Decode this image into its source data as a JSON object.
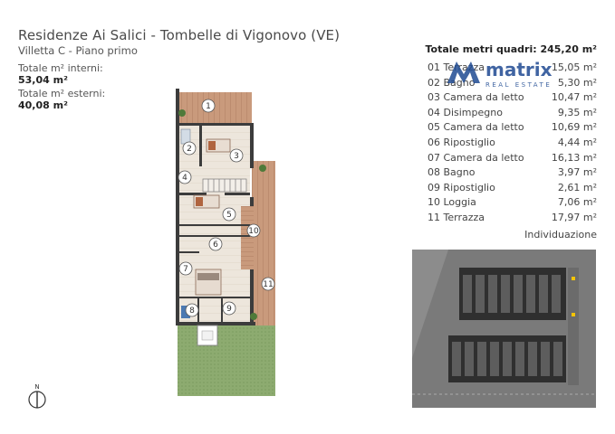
{
  "header": {
    "title": "Residenze Ai Salici - Tombelle di Vigonovo (VE)",
    "subtitle": "Villetta C - Piano primo"
  },
  "summary": {
    "interni_label": "Totale m² interni:",
    "interni_value": "53,04 m²",
    "esterni_label": "Totale m² esterni:",
    "esterni_value": "40,08 m²"
  },
  "rooms_panel": {
    "total_label": "Totale metri quadri: 245,20 m²",
    "rooms": [
      {
        "name": "01 Terrazza",
        "area": "15,05 m²"
      },
      {
        "name": "02 Bagno",
        "area": "5,30 m²"
      },
      {
        "name": "03 Camera da letto",
        "area": "10,47 m²"
      },
      {
        "name": "04 Disimpegno",
        "area": "9,35 m²"
      },
      {
        "name": "05 Camera da letto",
        "area": "10,69 m²"
      },
      {
        "name": "06 Ripostiglio",
        "area": "4,44 m²"
      },
      {
        "name": "07 Camera da letto",
        "area": "16,13 m²"
      },
      {
        "name": "08 Bagno",
        "area": "3,97 m²"
      },
      {
        "name": "09 Ripostiglio",
        "area": "2,61 m²"
      },
      {
        "name": "10 Loggia",
        "area": "7,06 m²"
      },
      {
        "name": "11 Terrazza",
        "area": "17,97 m²"
      }
    ],
    "location_label": "Individuazione"
  },
  "floorplan": {
    "markers": [
      "1",
      "2",
      "3",
      "4",
      "5",
      "6",
      "7",
      "8",
      "9",
      "10",
      "11"
    ]
  },
  "watermark": {
    "brand": "matrix",
    "tagline": "REAL ESTATE"
  },
  "compass": {
    "north": "N"
  },
  "colors": {
    "wood": "#c9987a",
    "wall": "#3a3a3a",
    "grass": "#8aa86e",
    "brand": "#1f4a92"
  }
}
